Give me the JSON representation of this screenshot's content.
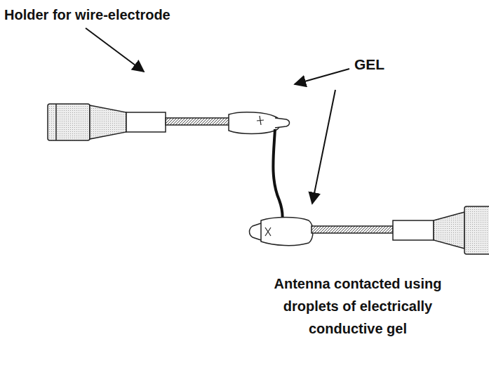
{
  "diagram": {
    "caption": "Antenna contacted using droplets of electrically conductive gel",
    "labels": [
      "Holder for wire-electrode",
      "GEL"
    ]
  }
}
